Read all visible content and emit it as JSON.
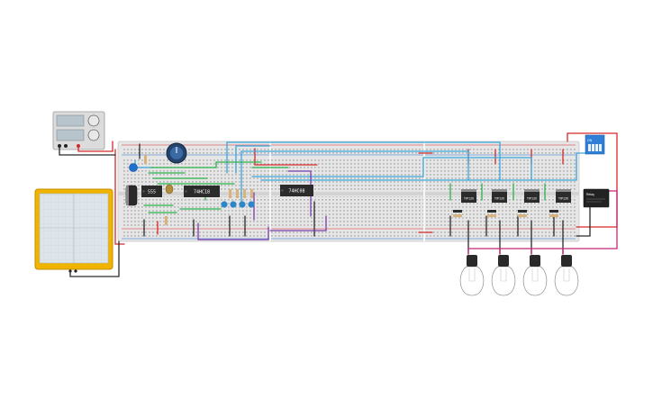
{
  "canvas": {
    "background": "#ffffff"
  },
  "components": {
    "timer_chip": {
      "label": "555"
    },
    "counter_chip": {
      "label": "74HC18"
    },
    "logic_chip": {
      "label": "74HC08"
    },
    "transistors": [
      {
        "label": "TIP120"
      },
      {
        "label": "TIP120"
      },
      {
        "label": "TIP120"
      },
      {
        "label": "TIP120"
      }
    ],
    "dip_switch": {
      "label": "ON",
      "icon": "dip-switch-icon"
    },
    "relay": {
      "label": "Relay",
      "icon": "relay-icon"
    },
    "power_supply": {
      "icon": "power-supply-icon"
    },
    "oscilloscope": {
      "icon": "oscilloscope-icon"
    },
    "potentiometer": {
      "icon": "potentiometer-icon"
    },
    "bulbs_count": 4
  },
  "colors": {
    "breadboard": "#e6e6e6",
    "rail_red": "#d62828",
    "rail_blue": "#1f6fd1",
    "wire_red": "#d62828",
    "wire_blue": "#3aa6dd",
    "wire_green": "#2bb34a",
    "wire_black": "#2a2a2a",
    "wire_purple": "#7b3fb0",
    "wire_magenta": "#c2267a",
    "scope_frame": "#f0b400",
    "chip": "#2b2b2b"
  }
}
